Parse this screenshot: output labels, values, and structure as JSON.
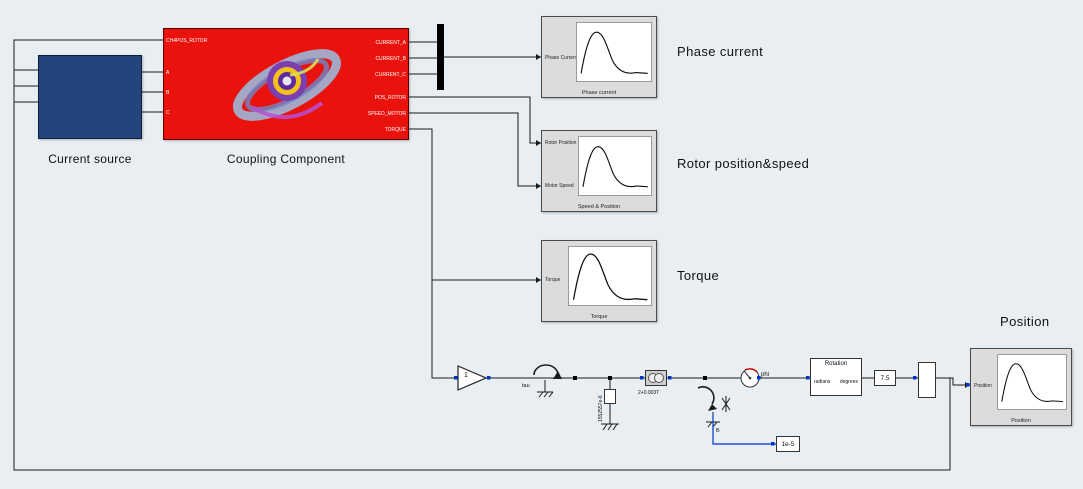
{
  "colors": {
    "canvas_bg": "#e9eef3",
    "coupling_red": "#ea120c",
    "source_blue": "#24457c",
    "wire": "#1a1a1a",
    "port_dot": "#0033cc",
    "scope_bg": "#dcdcdc"
  },
  "blocks": {
    "current_source": {
      "label": "Current source"
    },
    "coupling": {
      "label": "Coupling Component",
      "ports_left": [
        "CH4POS_ROTOR",
        "A",
        "B",
        "C"
      ],
      "ports_right": [
        "CURRENT_A",
        "CURRENT_B",
        "CURRENT_C",
        "POS_ROTOR",
        "SPEED_MOTOR",
        "TORQUE"
      ]
    },
    "phase_scope": {
      "port": "Phase Current",
      "caption": "Phase current",
      "label": "Phase current"
    },
    "rotor_scope": {
      "port_top": "Rotor Position",
      "port_bottom": "Motor Speed",
      "caption": "Speed & Position",
      "label": "Rotor position&speed"
    },
    "torque_scope": {
      "port": "Torque",
      "caption": "Torque",
      "label": "Torque"
    },
    "position_scope": {
      "port": "Position",
      "caption": "Position",
      "label": "Position"
    },
    "gain1": {
      "value": "1"
    },
    "torque_source": {
      "label": "tau"
    },
    "inertia": {
      "value": "1552557e-6"
    },
    "coupling_sd": {
      "value": "2+0.003T"
    },
    "damper": {
      "label": "B"
    },
    "gauge": {
      "label": "phi"
    },
    "rotation_converter": {
      "title": "Rotation",
      "unit_in": "radians",
      "unit_out": "degrees"
    },
    "gain2": {
      "value": "7.5"
    },
    "constant": {
      "value": "1e-5"
    }
  }
}
